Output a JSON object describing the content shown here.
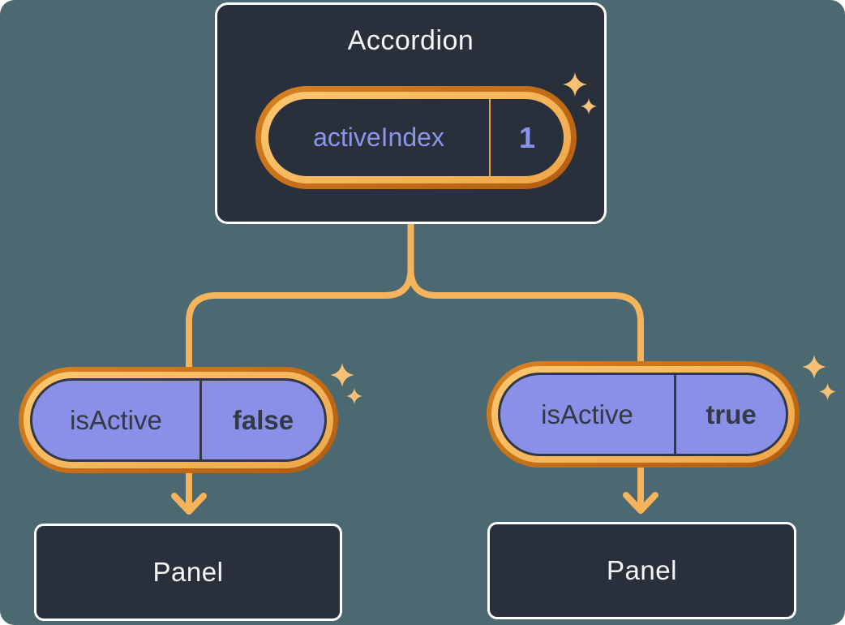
{
  "diagram": {
    "accordion": {
      "title": "Accordion",
      "state_name": "activeIndex",
      "state_value": "1"
    },
    "children": [
      {
        "prop_name": "isActive",
        "prop_value": "false",
        "panel_label": "Panel"
      },
      {
        "prop_name": "isActive",
        "prop_value": "true",
        "panel_label": "Panel"
      }
    ],
    "colors": {
      "background": "#4C6870",
      "node_background": "#2A303B",
      "node_border": "#FFFFFF",
      "connector_orange": "#F5B45C",
      "ring_outer_orange": "#C2691B",
      "ring_inner_orange": "#F5B45C",
      "prop_pill_purple": "#8A90E8",
      "state_text_purple": "#8C95EC",
      "prop_text_dark": "#333A45",
      "sparkle_orange": "#F7C175"
    }
  }
}
